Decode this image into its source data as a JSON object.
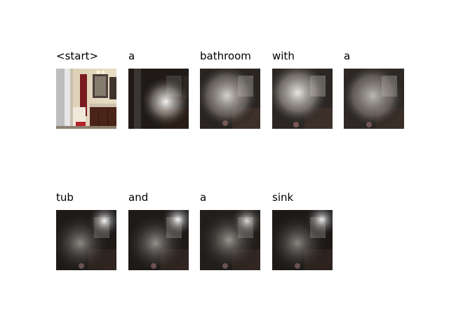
{
  "figure": {
    "panels": [
      {
        "word": "<start>",
        "kind": "photo"
      },
      {
        "word": "a",
        "kind": "attention",
        "focus": "center-right"
      },
      {
        "word": "bathroom",
        "kind": "attention",
        "focus": "wide"
      },
      {
        "word": "with",
        "kind": "attention",
        "focus": "left-center"
      },
      {
        "word": "a",
        "kind": "attention",
        "focus": "center"
      },
      {
        "word": "tub",
        "kind": "attention",
        "focus": "top-right"
      },
      {
        "word": "and",
        "kind": "attention",
        "focus": "top-right"
      },
      {
        "word": "a",
        "kind": "attention",
        "focus": "center"
      },
      {
        "word": "sink",
        "kind": "attention",
        "focus": "top-right"
      }
    ]
  }
}
